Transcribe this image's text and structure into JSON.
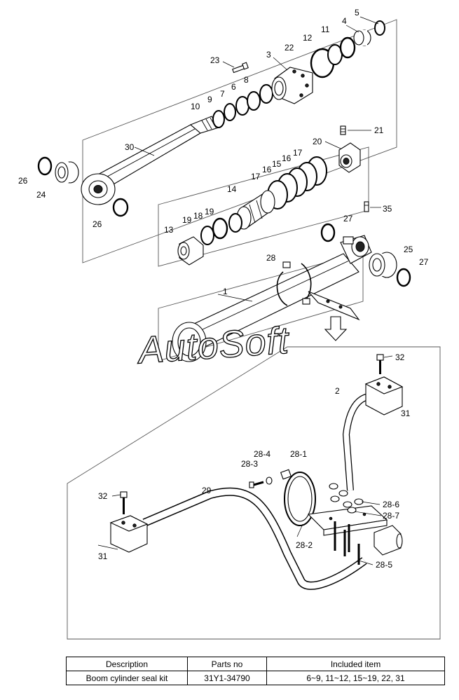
{
  "watermark": "AutoSoft",
  "callouts": [
    "1",
    "2",
    "3",
    "4",
    "5",
    "6",
    "7",
    "8",
    "9",
    "10",
    "11",
    "12",
    "13",
    "14",
    "15",
    "16",
    "16",
    "17",
    "17",
    "18",
    "19",
    "19",
    "20",
    "21",
    "22",
    "23",
    "24",
    "25",
    "26",
    "26",
    "27",
    "27",
    "28",
    "28-1",
    "28-2",
    "28-3",
    "28-4",
    "28-5",
    "28-6",
    "28-7",
    "29",
    "30",
    "31",
    "31",
    "32",
    "32",
    "35"
  ],
  "table": {
    "headers": [
      "Description",
      "Parts no",
      "Included item"
    ],
    "rows": [
      [
        "Boom cylinder seal kit",
        "31Y1-34790",
        "6~9, 11~12, 15~19, 22, 31"
      ]
    ]
  }
}
